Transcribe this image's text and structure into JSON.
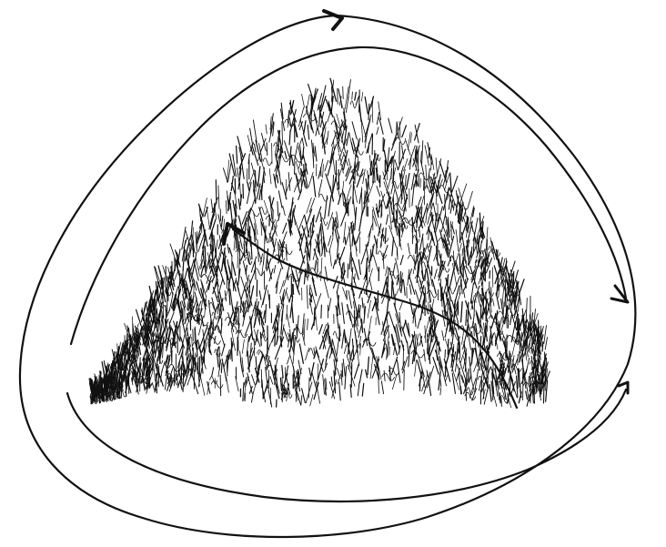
{
  "colors": {
    "background": "#ffffff",
    "ink": "#111111"
  },
  "elements": {
    "outer_loop": "outer-ring-with-arrowhead",
    "inner_loop": "inner-ring-with-arrowheads",
    "hatched_mound": "dense-pen-hatching",
    "crossing_path": "curved-arrow-across-mound"
  }
}
